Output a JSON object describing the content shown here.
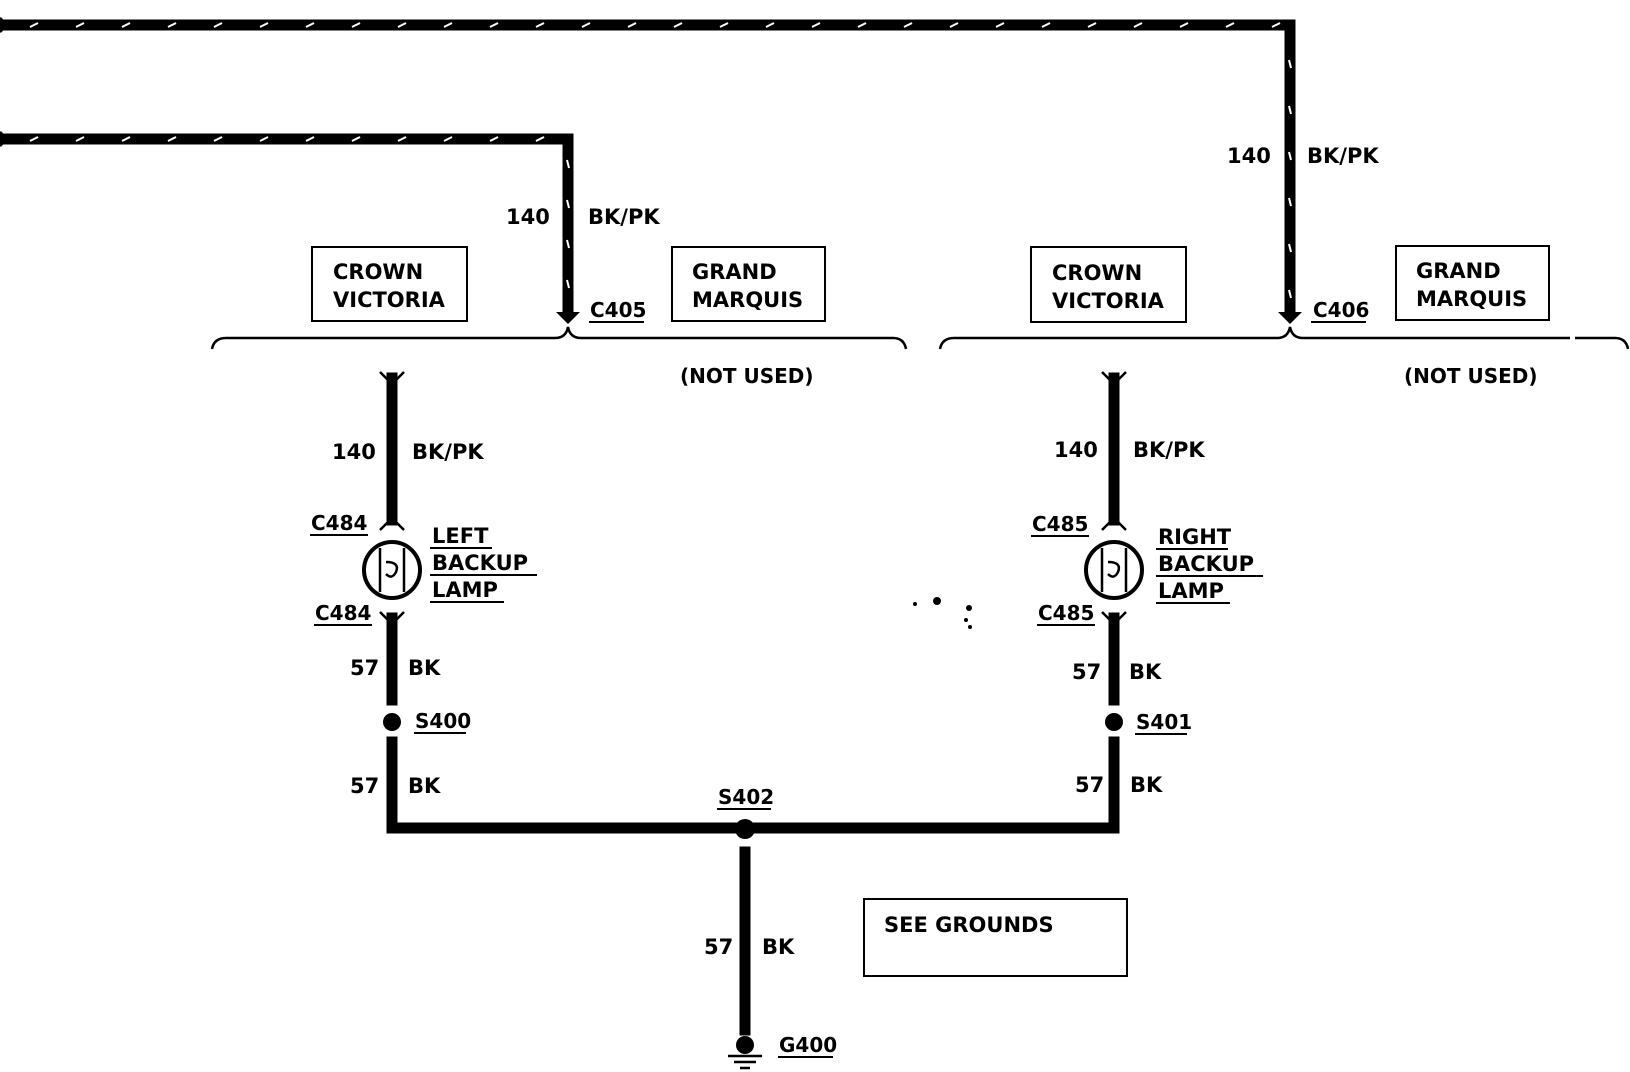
{
  "left_branch": {
    "top_wire": {
      "circuit": "140",
      "color": "BK/PK"
    },
    "connector_top": "C405",
    "variant_a": {
      "line1": "CROWN",
      "line2": "VICTORIA"
    },
    "variant_b": {
      "line1": "GRAND",
      "line2": "MARQUIS"
    },
    "not_used": "(NOT USED)",
    "lamp_wire": {
      "circuit": "140",
      "color": "BK/PK"
    },
    "lamp_connector_top": "C484",
    "lamp_connector_bottom": "C484",
    "lamp": {
      "line1": "LEFT",
      "line2": "BACKUP",
      "line3": "LAMP"
    },
    "ground_wire_upper": {
      "circuit": "57",
      "color": "BK"
    },
    "splice": "S400",
    "ground_wire_lower": {
      "circuit": "57",
      "color": "BK"
    }
  },
  "right_branch": {
    "top_wire": {
      "circuit": "140",
      "color": "BK/PK"
    },
    "connector_top": "C406",
    "variant_a": {
      "line1": "CROWN",
      "line2": "VICTORIA"
    },
    "variant_b": {
      "line1": "GRAND",
      "line2": "MARQUIS"
    },
    "not_used": "(NOT USED)",
    "lamp_wire": {
      "circuit": "140",
      "color": "BK/PK"
    },
    "lamp_connector_top": "C485",
    "lamp_connector_bottom": "C485",
    "lamp": {
      "line1": "RIGHT",
      "line2": "BACKUP",
      "line3": "LAMP"
    },
    "ground_wire_upper": {
      "circuit": "57",
      "color": "BK"
    },
    "splice": "S401",
    "ground_wire_lower": {
      "circuit": "57",
      "color": "BK"
    }
  },
  "ground": {
    "splice": "S402",
    "wire": {
      "circuit": "57",
      "color": "BK"
    },
    "ground_point": "G400",
    "reference": "SEE GROUNDS"
  }
}
